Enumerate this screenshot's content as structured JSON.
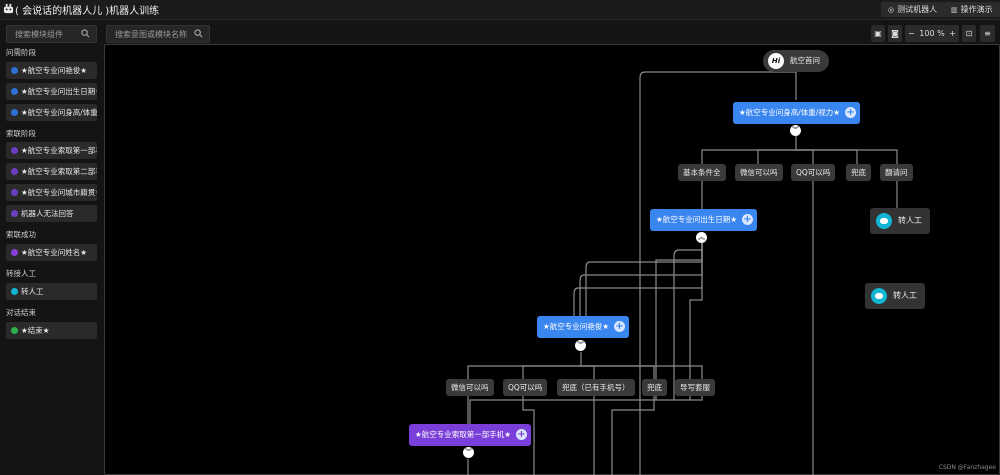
{
  "app": {
    "title": "( 会说话的机器人儿 )机器人训练"
  },
  "header": {
    "test_label": "测试机器人",
    "demo_label": "操作演示"
  },
  "sidebar": {
    "search_placeholder": "搜索模块组件",
    "sections": [
      {
        "title": "问需阶段",
        "items": [
          {
            "label": "★航空专业问艳俊★",
            "color": "#2f6fd6"
          },
          {
            "label": "★航空专业问出生日期★",
            "color": "#2f6fd6"
          },
          {
            "label": "★航空专业问身高/体重/视力★",
            "color": "#2f6fd6"
          }
        ]
      },
      {
        "title": "索联阶段",
        "items": [
          {
            "label": "★航空专业索取第一部手机★",
            "color": "#6b3fc0"
          },
          {
            "label": "★航空专业索取第二部手机★",
            "color": "#6b3fc0"
          },
          {
            "label": "★航空专业问城市籍贯★",
            "color": "#6b3fc0"
          },
          {
            "label": "机器人无法回答",
            "color": "#6b3fc0"
          }
        ]
      },
      {
        "title": "索联成功",
        "items": [
          {
            "label": "★航空专业问姓名★",
            "color": "#8b3fd9"
          }
        ]
      },
      {
        "title": "转接人工",
        "items": [
          {
            "label": "转人工",
            "color": "#13b5d4"
          }
        ]
      },
      {
        "title": "对话结束",
        "items": [
          {
            "label": "★结束★",
            "color": "#2bb24c"
          }
        ]
      }
    ]
  },
  "canvas": {
    "search_placeholder": "搜索意图或模块名称",
    "zoom": "100 %",
    "watermark": "CSDN @Fanzhagee"
  },
  "flow": {
    "start_label": "航空首问",
    "start_badge": "Hi",
    "node_height": "★航空专业问身高/体重/视力★",
    "node_birth": "★航空专业问出生日期★",
    "node_yan": "★航空专业问艳俊★",
    "node_phone": "★航空专业索取第一部手机★",
    "branches_1": [
      "基本条件全",
      "微信可以吗",
      "QQ可以吗",
      "兜底",
      "翻请问"
    ],
    "branches_2": [
      "微信可以吗",
      "QQ可以吗",
      "兜底（已有手机号）",
      "兜底",
      "导写套服"
    ],
    "transfer_label": "转人工"
  }
}
